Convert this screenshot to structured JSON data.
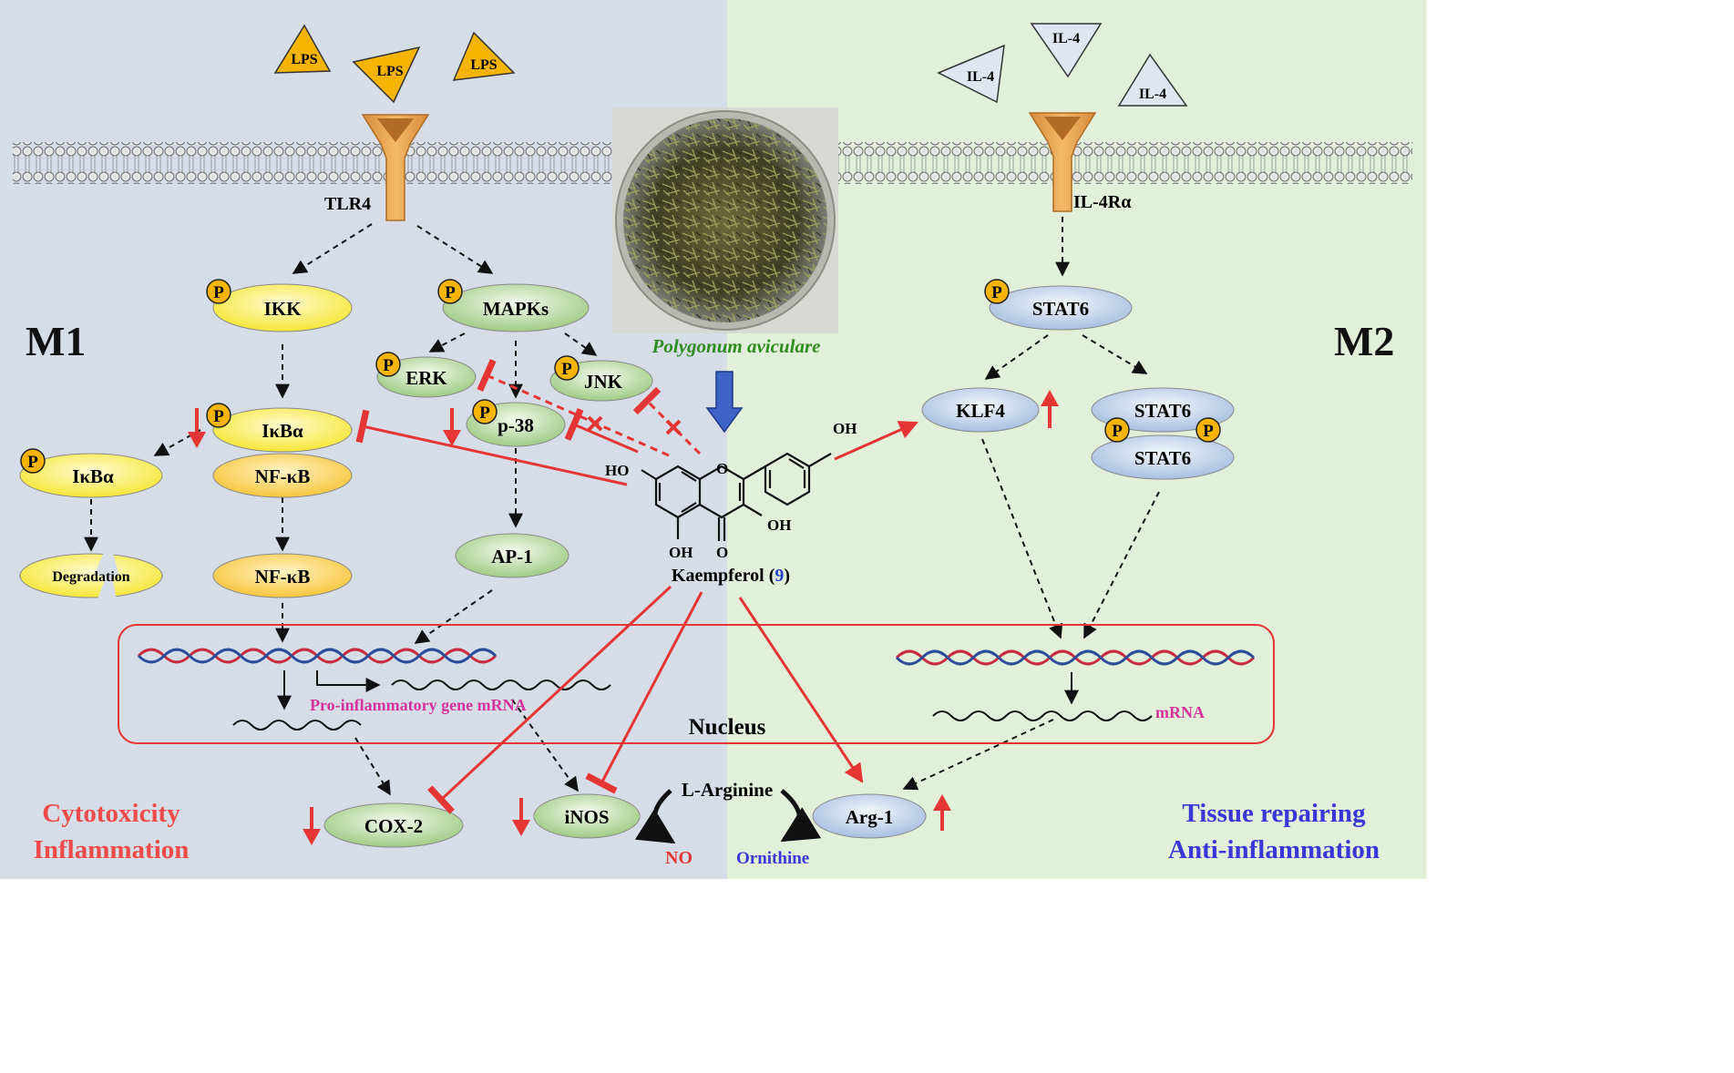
{
  "panels": {
    "left_label": "M1",
    "right_label": "M2",
    "left_bg": "#d6dde6",
    "right_bg": "#e2efd9"
  },
  "ligands": {
    "lps": "LPS",
    "il4": "IL-4"
  },
  "receptors": {
    "tlr4": "TLR4",
    "il4r": "IL-4Rα"
  },
  "phospho": "P",
  "left_nodes": {
    "ikk": "IKK",
    "mapks": "MAPKs",
    "erk": "ERK",
    "jnk": "JNK",
    "p38": "p-38",
    "ikba": "IκBα",
    "nfkb": "NF-κB",
    "ikba_p": "IκBα",
    "degradation": "Degradation",
    "nfkb_nuc": "NF-κB",
    "ap1": "AP-1",
    "cox2": "COX-2",
    "inos": "iNOS"
  },
  "right_nodes": {
    "stat6": "STAT6",
    "klf4": "KLF4",
    "stat6_top": "STAT6",
    "stat6_bottom": "STAT6",
    "arg1": "Arg-1"
  },
  "center": {
    "plant_name": "Polygonum aviculare",
    "compound": "Kaempferol",
    "compound_number": "9",
    "atoms": {
      "ho_left": "HO",
      "ring_o": "O",
      "oh_right": "OH",
      "oh_c3": "OH",
      "oh_c5": "OH",
      "carbonyl_o": "O"
    }
  },
  "nucleus": {
    "label": "Nucleus",
    "pro_inflammatory_mrna": "Pro-inflammatory gene mRNA",
    "mrna": "mRNA"
  },
  "metabolism": {
    "l_arginine": "L-Arginine",
    "no": "NO",
    "ornithine": "Ornithine"
  },
  "outcomes": {
    "m1_line1": "Cytotoxicity",
    "m1_line2": "Inflammation",
    "m2_line1": "Tissue repairing",
    "m2_line2": "Anti-inflammation"
  },
  "colors": {
    "lps": "#f5b400",
    "il4": "#dfe6f2",
    "receptor": "#e8a251",
    "yellow_node": "#fff04a",
    "orange_node": "#ffd35a",
    "green_node": "#b3d79d",
    "blue_node": "#b8cbe6",
    "phospho": "#f7b500",
    "inhibition": "#e53535",
    "plant_label": "#2e8b1f",
    "m1_outcome": "#f04a4a",
    "m2_outcome": "#3a37d8",
    "mrna_label": "#d5329c",
    "ornithine": "#3a37d8"
  }
}
